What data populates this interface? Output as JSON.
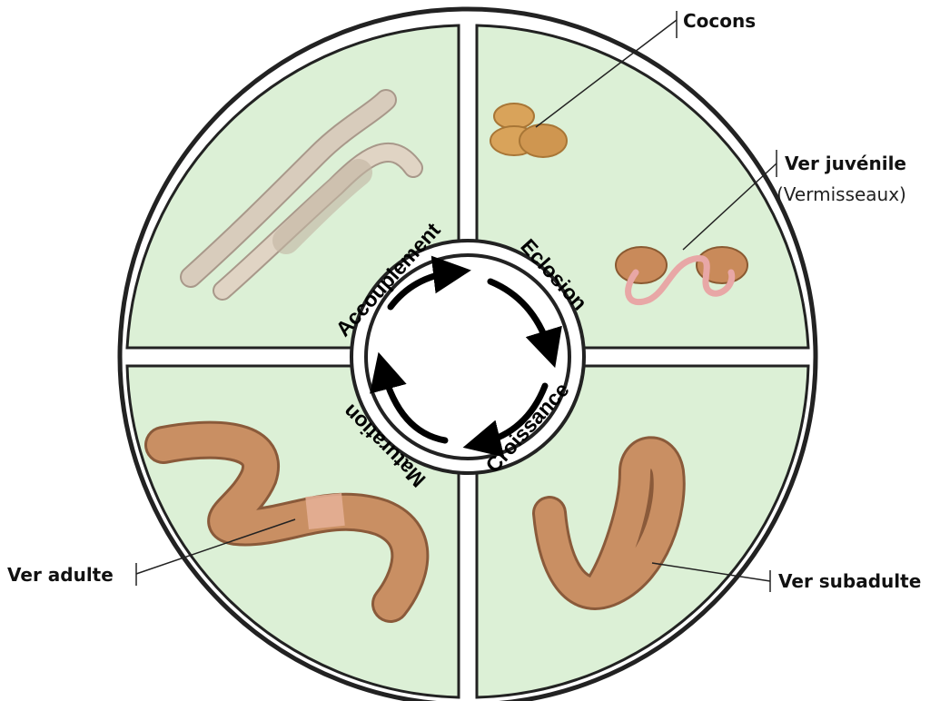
{
  "diagram": {
    "stages": {
      "accouplement": "Accouplement",
      "eclosion": "Eclosion",
      "croissance": "Croissance",
      "maturation": "Maturation"
    },
    "labels": {
      "cocons": "Cocons",
      "ver_juvenile": "Ver juvénile",
      "vermisseaux": "(Vermisseaux)",
      "ver_adulte": "Ver adulte",
      "ver_subadulte": "Ver subadulte"
    },
    "colors": {
      "quadrant_fill": "#dcf0d6",
      "outline": "#222222",
      "worm_adult": "#c98f63",
      "worm_mating": "#d6c8b4",
      "cocoon": "#d9a35a",
      "juvenile": "#e8a7a6",
      "arrow": "#000000"
    }
  }
}
